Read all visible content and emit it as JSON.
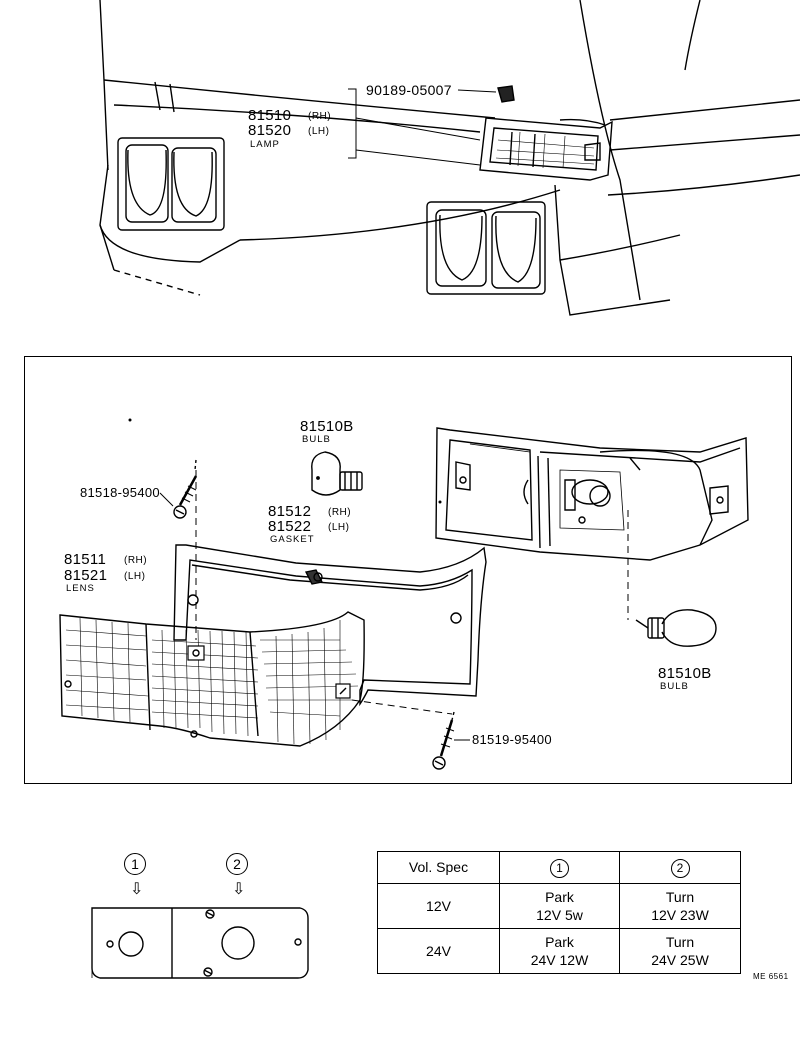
{
  "top": {
    "clip_part": "90189-05007",
    "lamp_rh": "81510",
    "lamp_lh": "81520",
    "lamp_rh_side": "(RH)",
    "lamp_lh_side": "(LH)",
    "lamp_name": "LAMP"
  },
  "exploded": {
    "bulb_top_part": "81510B",
    "bulb_top_name": "BULB",
    "screw_top": "81518-95400",
    "gasket_rh": "81512",
    "gasket_lh": "81522",
    "gasket_rh_side": "(RH)",
    "gasket_lh_side": "(LH)",
    "gasket_name": "GASKET",
    "lens_rh": "81511",
    "lens_lh": "81521",
    "lens_rh_side": "(RH)",
    "lens_lh_side": "(LH)",
    "lens_name": "LENS",
    "bulb_right_part": "81510B",
    "bulb_right_name": "BULB",
    "screw_bottom": "81519-95400"
  },
  "key": {
    "pos1": "1",
    "pos2": "2",
    "arrow1": "⇩",
    "arrow2": "⇩"
  },
  "spec_table": {
    "header": [
      "Vol. Spec",
      "1",
      "2"
    ],
    "rows": [
      {
        "volt": "12V",
        "c1a": "Park",
        "c1b": "12V 5w",
        "c2a": "Turn",
        "c2b": "12V 23W"
      },
      {
        "volt": "24V",
        "c1a": "Park",
        "c1b": "24V 12W",
        "c2a": "Turn",
        "c2b": "24V 25W"
      }
    ]
  },
  "footer_code": "ME 6561"
}
